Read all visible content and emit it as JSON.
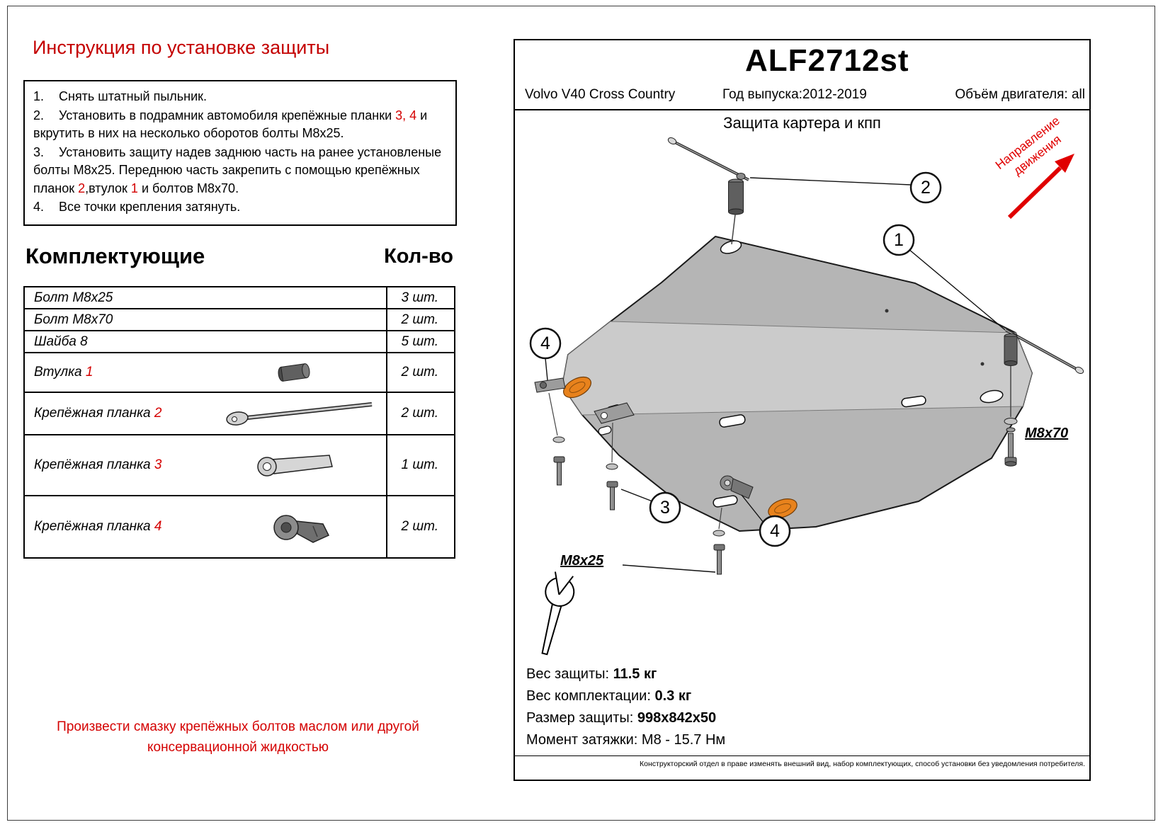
{
  "colors": {
    "accent_red": "#d40000",
    "plate_gray": "#b5b5b5",
    "band_gray": "#cbcbcb",
    "logo_orange": "#e8821c"
  },
  "doc": {
    "title": "Инструкция по установке защиты",
    "instructions": {
      "i1": {
        "num": "1.",
        "a": "Снять штатный пыльник."
      },
      "i2": {
        "num": "2.",
        "a": "Установить в подрамник автомобиля  крепёжные планки ",
        "b": "3, 4",
        "c": " и вкрутить в них на несколько оборотов болты М8х25."
      },
      "i3": {
        "num": "3.",
        "a": "Установить защиту надев заднюю часть на ранее установленые болты М8х25. Переднюю часть закрепить с помощью крепёжных планок ",
        "b": "2",
        "c": ",втулок ",
        "d": "1",
        "e": " и болтов М8х70."
      },
      "i4": {
        "num": "4.",
        "a": "Все точки крепления затянуть."
      }
    },
    "parts_heading": "Комплектующие",
    "qty_heading": "Кол-во",
    "table": {
      "rows": [
        {
          "name": "Болт М8х25",
          "qty": "3 шт."
        },
        {
          "name": "Болт М8х70",
          "qty": "2 шт."
        },
        {
          "name": "Шайба 8",
          "qty": "5 шт."
        },
        {
          "name": "Втулка ",
          "num": "1",
          "qty": "2 шт."
        },
        {
          "name": "Крепёжная планка ",
          "num": "2",
          "qty": "2 шт."
        },
        {
          "name": "Крепёжная планка ",
          "num": "3",
          "qty": "1 шт."
        },
        {
          "name": "Крепёжная планка ",
          "num": "4",
          "qty": "2 шт."
        }
      ]
    },
    "note_line1": "Произвести смазку крепёжных болтов маслом или другой",
    "note_line2": "консервационной жидкостью"
  },
  "panel": {
    "code": "ALF2712st",
    "model": "Volvo V40 Cross Country",
    "year": "Год выпуска:2012-2019",
    "engine": "Объём двигателя: all",
    "subtitle": "Защита картера и кпп",
    "direction_line1": "Направление",
    "direction_line2": "движения",
    "label_m8x70": "M8x70",
    "label_m8x25": "M8x25",
    "callouts": {
      "c1": "1",
      "c2": "2",
      "c3": "3",
      "c4": "4"
    },
    "specs": [
      {
        "label": "Вес защиты:",
        "value": "11.5 кг"
      },
      {
        "label": "Вес комплектации:",
        "value": "0.3 кг"
      },
      {
        "label": "Размер защиты:",
        "value": "998x842x50"
      },
      {
        "label": "Момент затяжки:",
        "value": "М8 - 15.7 Нм"
      }
    ],
    "disclaimer": "Конструкторский отдел в праве изменять внешний вид, набор комплектующих, способ установки без уведомления потребителя."
  }
}
